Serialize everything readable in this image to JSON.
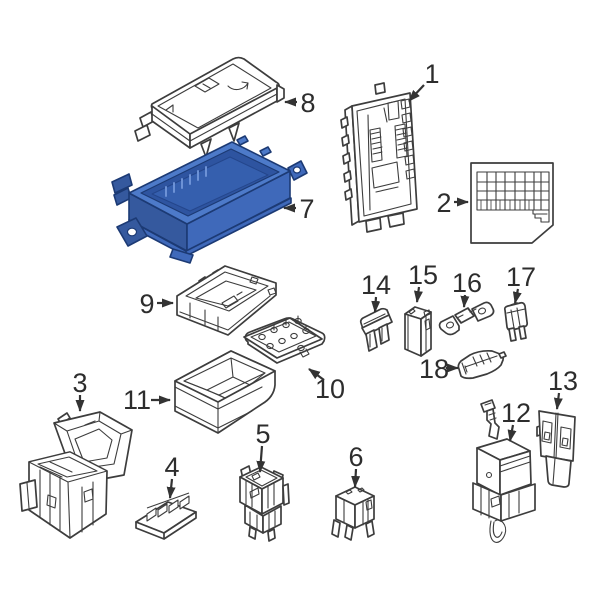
{
  "figure": {
    "type": "exploded-parts-diagram",
    "subject": "fuse-box-assembly",
    "background": "#ffffff",
    "line_color": "#3d3d3d",
    "text_color": "#2d2d2d",
    "highlighted_callout": "7",
    "highlight_palette": {
      "top": "#4d7ac9",
      "side": "#3f69ba",
      "side_dark": "#35599e",
      "interior": "#2e54a0",
      "outline": "#1c3a74",
      "rib": "#6d92d6"
    },
    "callouts": [
      {
        "label": "1",
        "part": "junction-block"
      },
      {
        "label": "2",
        "part": "fuse-diagram-card"
      },
      {
        "label": "3",
        "part": "lower-housing"
      },
      {
        "label": "4",
        "part": "ribbed-bracket"
      },
      {
        "label": "5",
        "part": "connector-block"
      },
      {
        "label": "6",
        "part": "relay"
      },
      {
        "label": "7",
        "part": "fuse-box-lower-case-highlighted"
      },
      {
        "label": "8",
        "part": "fuse-box-cover"
      },
      {
        "label": "9",
        "part": "tray"
      },
      {
        "label": "10",
        "part": "terminal-plate"
      },
      {
        "label": "11",
        "part": "storage-bin"
      },
      {
        "label": "12",
        "part": "module-with-lead-wire"
      },
      {
        "label": "13",
        "part": "mounting-bracket"
      },
      {
        "label": "14",
        "part": "blade-fuse"
      },
      {
        "label": "15",
        "part": "cartridge-fuse"
      },
      {
        "label": "16",
        "part": "bolt-on-fusible-link"
      },
      {
        "label": "17",
        "part": "plug-in-fusible-link"
      },
      {
        "label": "18",
        "part": "fusible-link"
      }
    ]
  }
}
